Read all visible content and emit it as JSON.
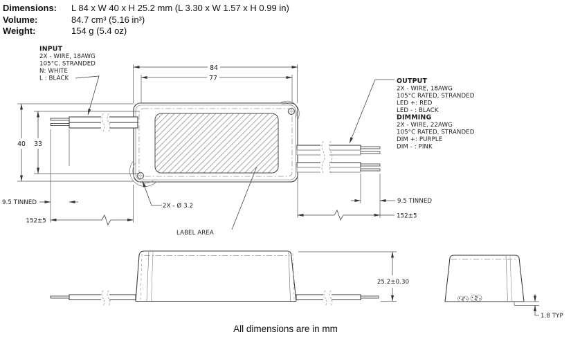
{
  "header": {
    "rows": [
      {
        "label": "Dimensions:",
        "value": "L 84 x W 40 x H 25.2 mm (L 3.30 x W 1.57 x H 0.99 in)"
      },
      {
        "label": "Volume:",
        "value": "84.7 cm³ (5.16 in³)"
      },
      {
        "label": "Weight:",
        "value": "154 g (5.4 oz)"
      }
    ]
  },
  "callouts": {
    "input": {
      "title": "INPUT",
      "lines": [
        "2X - WIRE, 18AWG",
        "105°C. STRANDED",
        "N: WHITE",
        "L : BLACK"
      ]
    },
    "output": {
      "title": "OUTPUT",
      "lines": [
        "2X - WIRE, 18AWG",
        "105°C RATED, STRANDED",
        "LED +: RED",
        "LED - : BLACK"
      ]
    },
    "dimming": {
      "title": "DIMMING",
      "lines": [
        "2X - WIRE, 22AWG",
        "105°C RATED, STRANDED",
        "DIM +: PURPLE",
        "DIM - : PINK"
      ]
    }
  },
  "dims": {
    "body_length": "84",
    "lid_length": "77",
    "body_width": "40",
    "lid_width": "33",
    "tinned_left": "9.5 TINNED",
    "lead_left": "152±5",
    "tinned_right": "9.5 TINNED",
    "lead_right": "152±5",
    "height": "25.2±0.30",
    "foot_height": "1.8 TYP",
    "mounting_holes": "2X - Ø 3.2",
    "label_area": "LABEL AREA"
  },
  "footer": {
    "note": "All dimensions are in mm"
  }
}
